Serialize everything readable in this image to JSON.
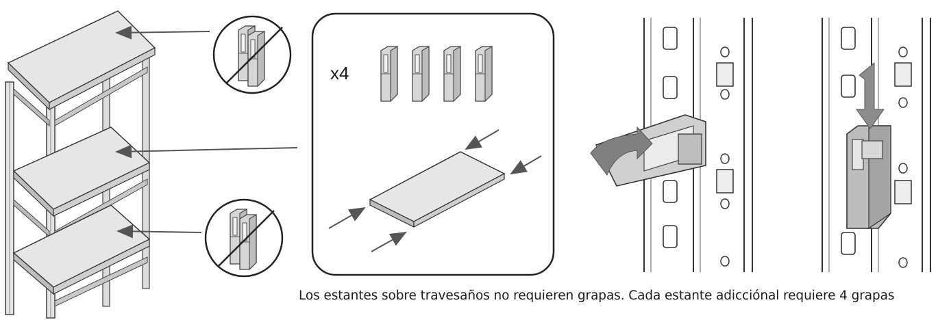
{
  "panel": {
    "quantity_label": "x4"
  },
  "caption": "Los estantes sobre travesaños no requieren grapas. Cada estante adicciónal requiere 4 grapas",
  "icons": [
    "shelving-unit",
    "no-clip-symbol",
    "clip",
    "shelf-panel",
    "upright-post",
    "insertion-arrow"
  ],
  "colors": {
    "line": "#3a3a3a",
    "fill_light": "#e8e8e8",
    "fill_mid": "#cfcfcf",
    "fill_dark": "#8a8a8a"
  }
}
